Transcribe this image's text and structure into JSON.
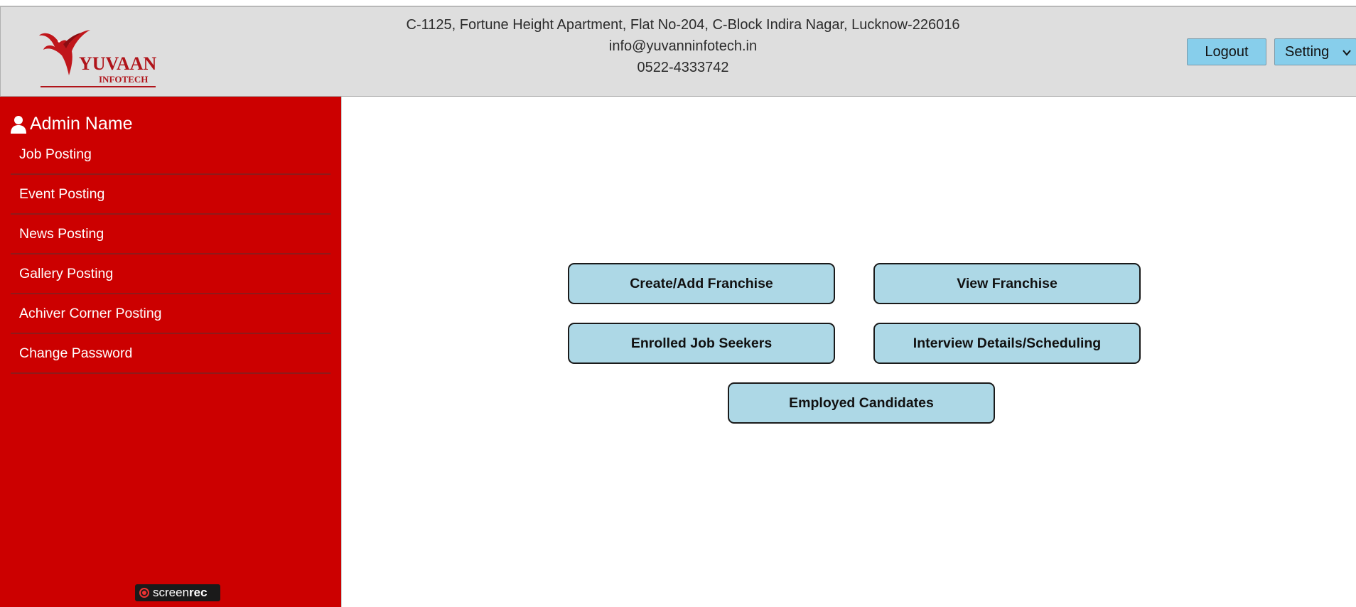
{
  "header": {
    "logo": {
      "brand": "YUVAAN",
      "sub": "INFOTECH"
    },
    "address": "C-1125, Fortune Height Apartment, Flat No-204, C-Block Indira Nagar, Lucknow-226016",
    "email": "info@yuvanninfotech.in",
    "phone": "0522-4333742",
    "logout_label": "Logout",
    "setting_label": "Setting"
  },
  "sidebar": {
    "admin_name": "Admin Name",
    "items": [
      {
        "label": "Job Posting"
      },
      {
        "label": "Event Posting"
      },
      {
        "label": "News Posting"
      },
      {
        "label": "Gallery Posting"
      },
      {
        "label": "Achiver Corner Posting"
      },
      {
        "label": "Change Password"
      }
    ]
  },
  "main": {
    "tiles": {
      "create_franchise": "Create/Add Franchise",
      "view_franchise": "View Franchise",
      "enrolled_job_seekers": "Enrolled Job Seekers",
      "interview_details": "Interview Details/Scheduling",
      "employed_candidates": "Employed Candidates"
    }
  },
  "watermark": {
    "prefix": "screen",
    "suffix": "rec"
  },
  "colors": {
    "sidebar_bg": "#cc0000",
    "header_bg": "#dedede",
    "tile_bg": "#add8e6",
    "header_button_bg": "#87ceeb"
  }
}
